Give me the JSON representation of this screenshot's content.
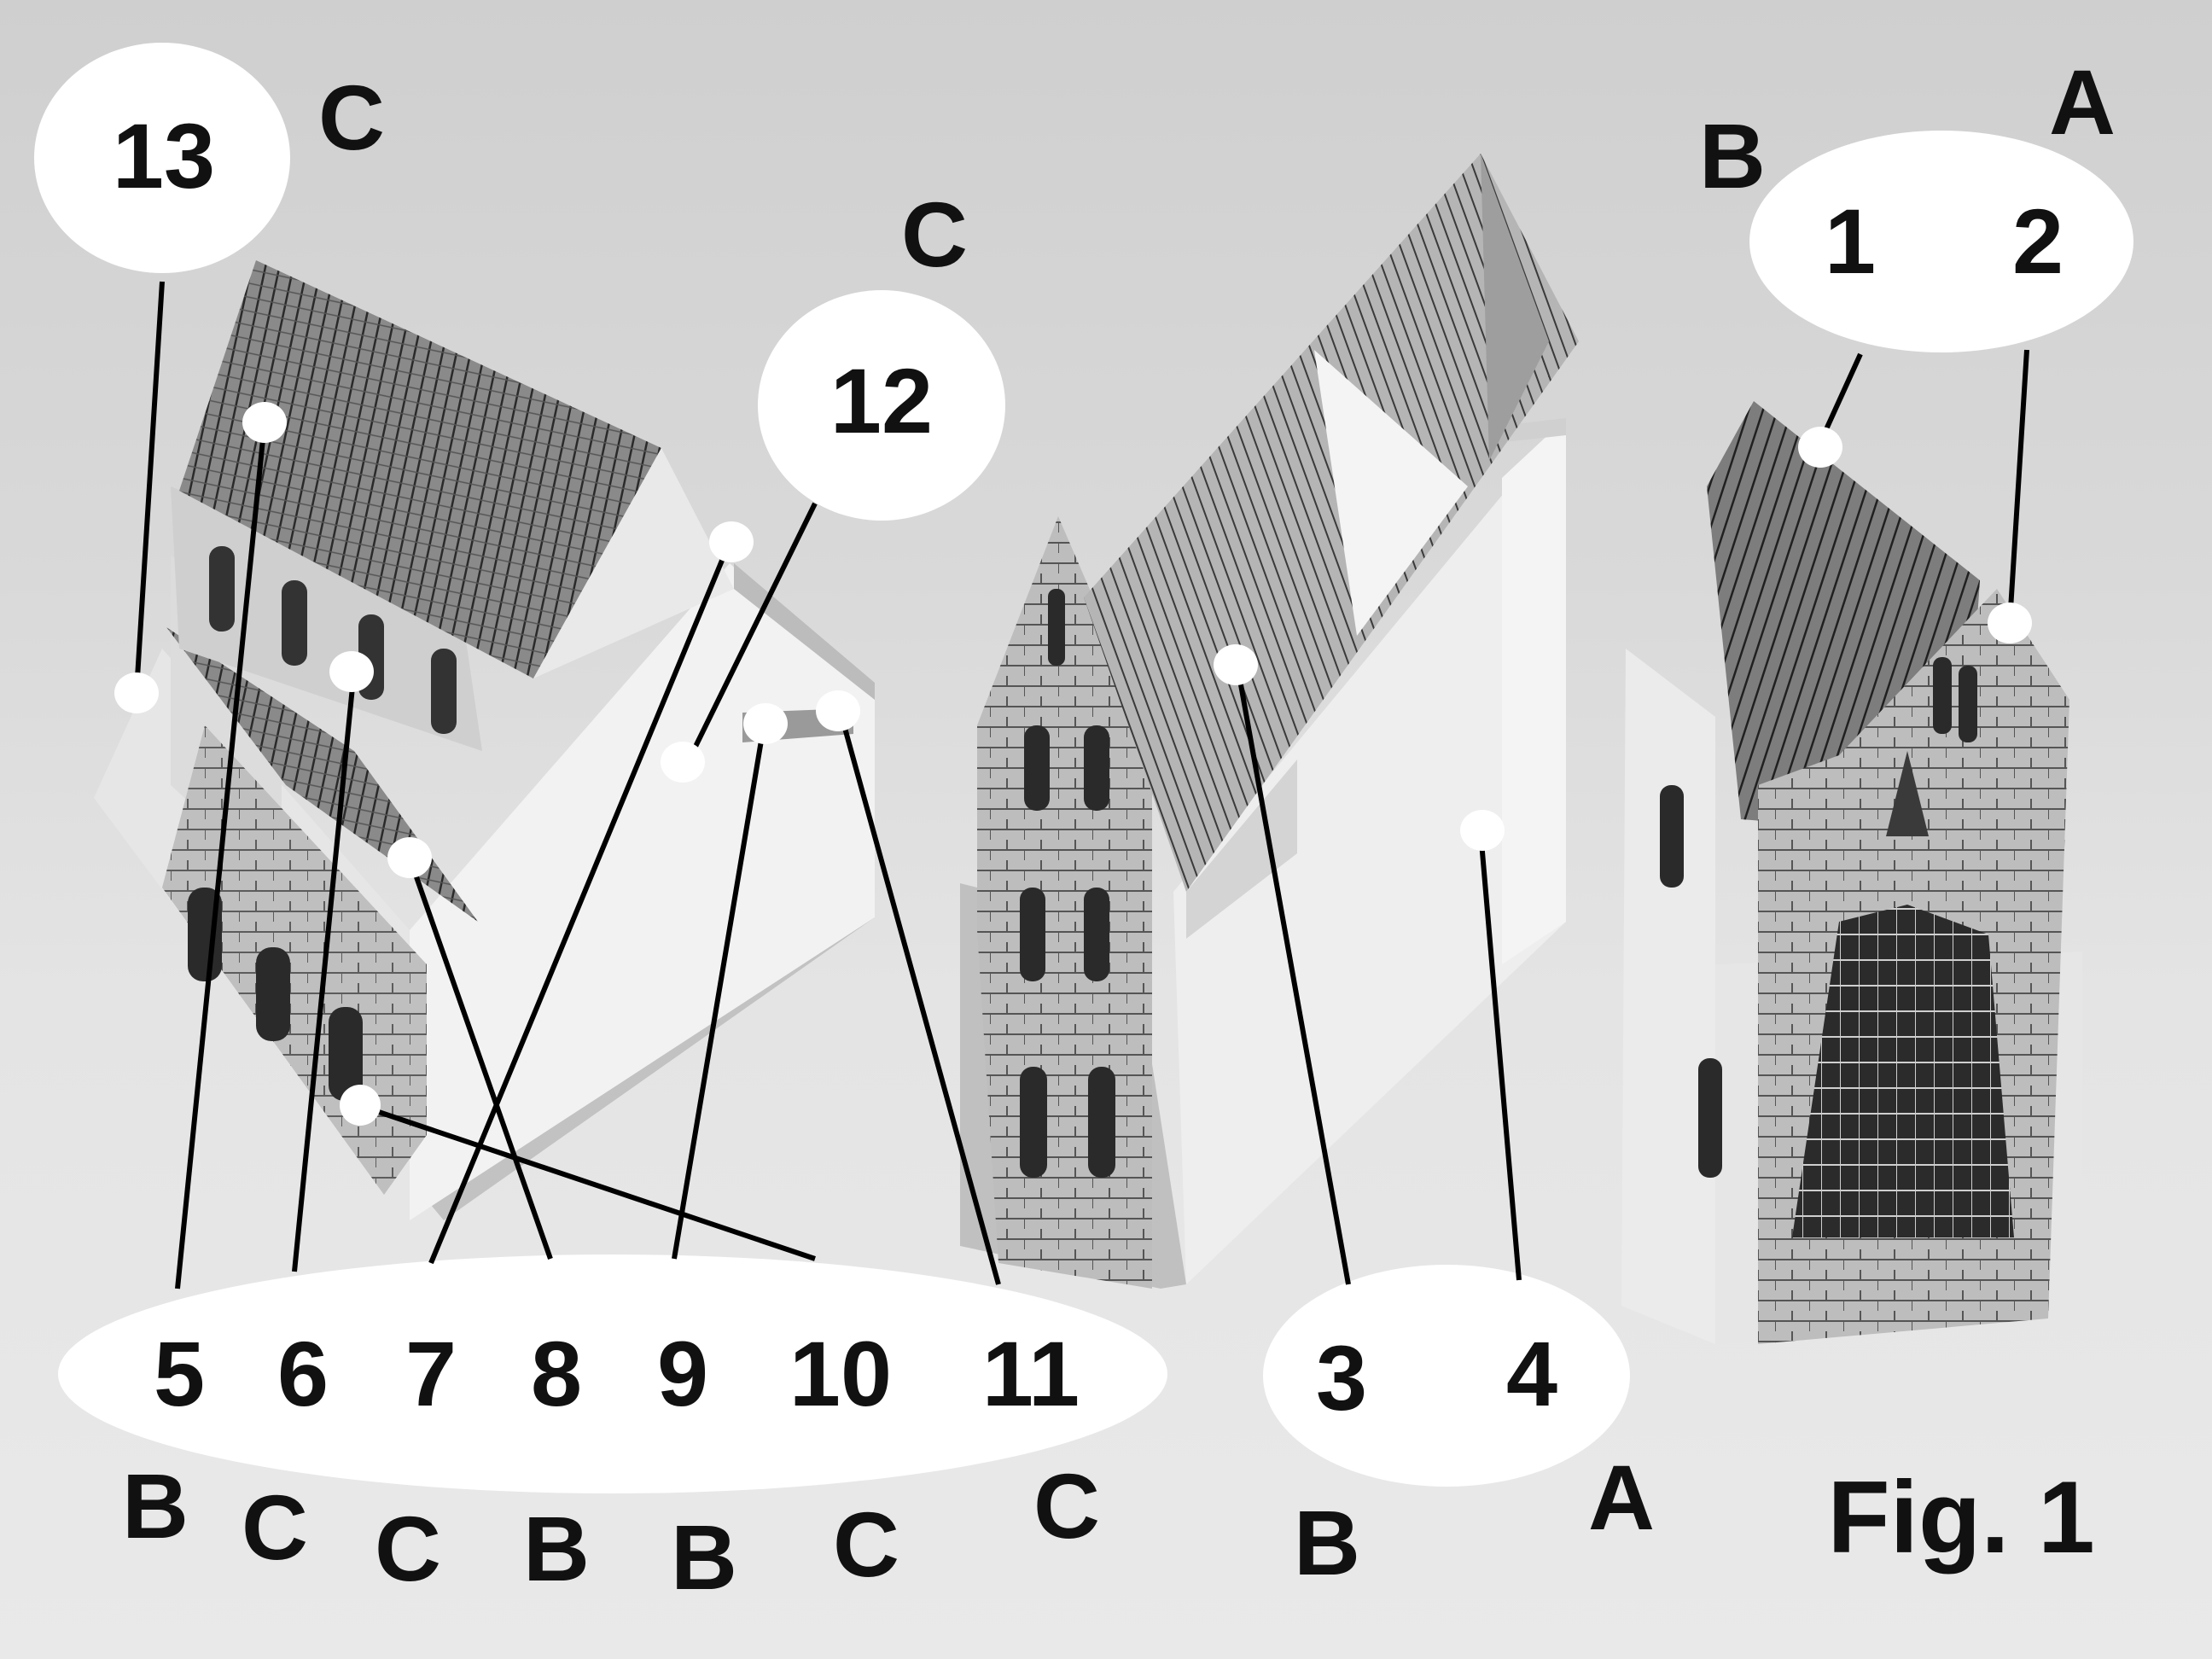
{
  "figure_label": "Fig. 1",
  "model_parts": [
    "Building with roof (left)",
    "Building with gable tower (centre)",
    "Building with large window (right)"
  ],
  "callout_groups": [
    {
      "numbers": [
        "13"
      ],
      "letters": [
        "C"
      ]
    },
    {
      "numbers": [
        "12"
      ],
      "letters": [
        "C"
      ]
    },
    {
      "numbers": [
        "1",
        "2"
      ],
      "letters": [
        "B",
        "A"
      ]
    },
    {
      "numbers": [
        "5",
        "6",
        "7",
        "8",
        "9",
        "10",
        "11"
      ],
      "letters": [
        "B",
        "C",
        "C",
        "B",
        "B",
        "C",
        "C"
      ]
    },
    {
      "numbers": [
        "3",
        "4"
      ],
      "letters": [
        "B",
        "A"
      ]
    }
  ],
  "colors": {
    "background": "#d6d6d6",
    "callout_fill": "#ffffff",
    "ink": "#111111"
  }
}
